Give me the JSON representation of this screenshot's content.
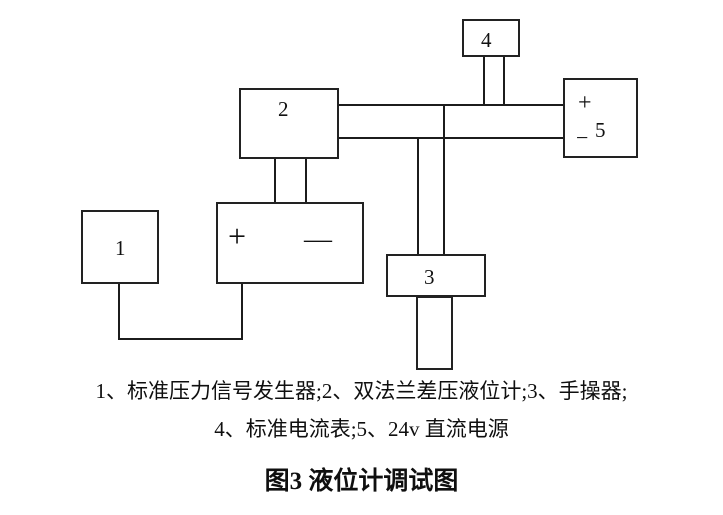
{
  "figure": {
    "boxes": {
      "box1": {
        "label": "1"
      },
      "box2": {
        "label": "2"
      },
      "box3": {
        "label": "3"
      },
      "box4": {
        "label": "4"
      },
      "box5": {
        "label": "5",
        "plus": "+",
        "minus": "−"
      },
      "terminal_box": {
        "plus": "+",
        "minus": "—"
      }
    },
    "caption_line1": "1、标准压力信号发生器;2、双法兰差压液位计;3、手操器;",
    "caption_line2": "4、标准电流表;5、24v 直流电源",
    "title": "图3 液位计调试图",
    "colors": {
      "line": "#1c1c1c",
      "background": "#ffffff",
      "text": "#111111"
    }
  }
}
